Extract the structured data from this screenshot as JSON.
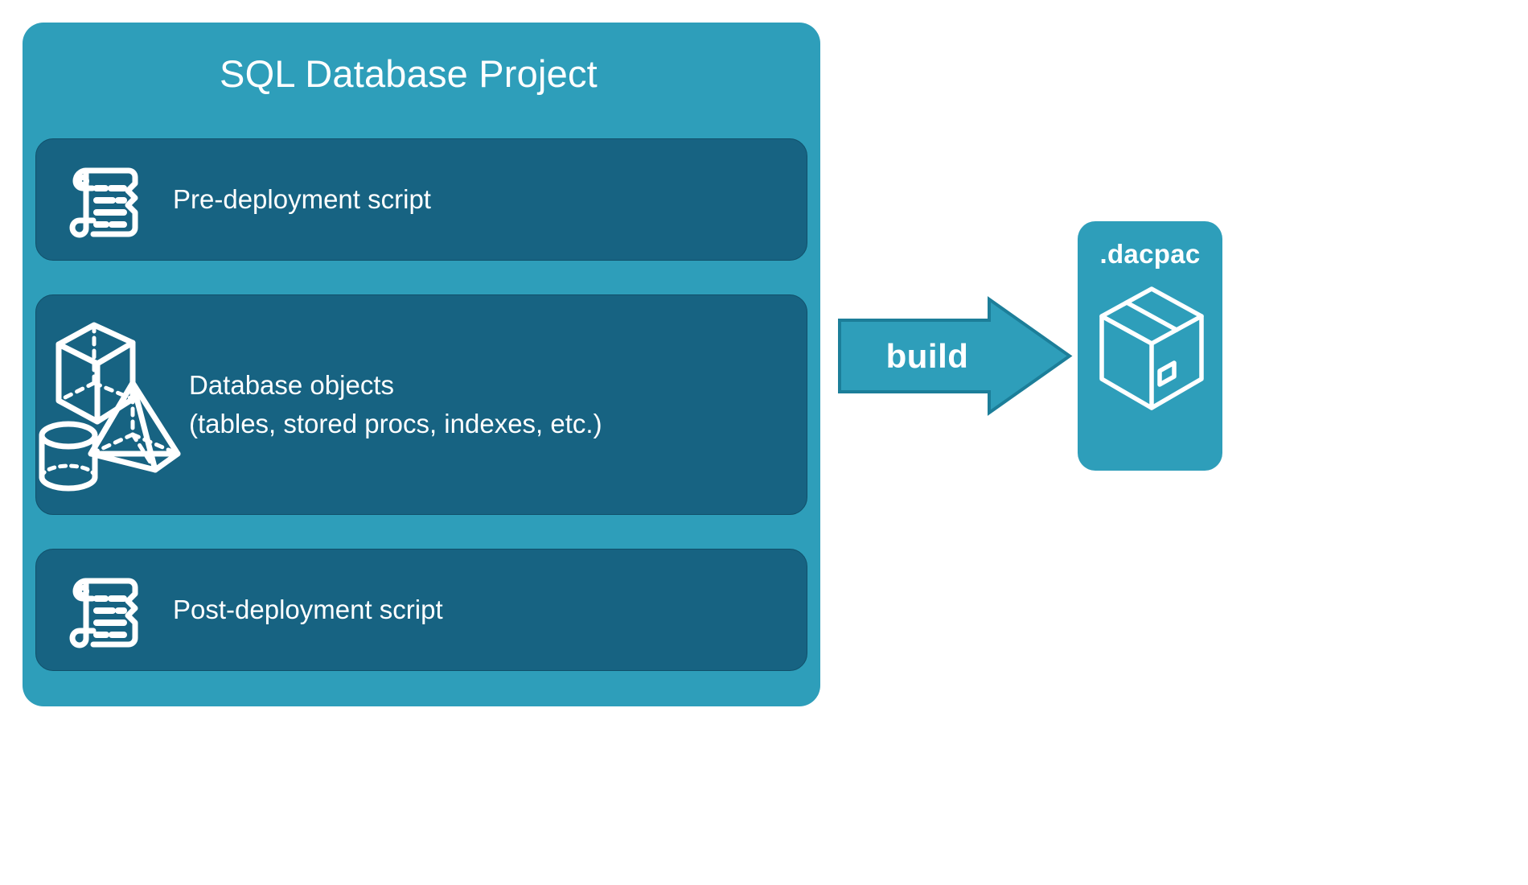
{
  "diagram": {
    "title": "SQL Database Project",
    "colors": {
      "panel_teal": "#2E9EBA",
      "card_dark_teal": "#176382",
      "arrow_teal": "#2E9EBA",
      "arrow_border": "#1C7E99",
      "text_white": "#FFFFFF",
      "background": "#FFFFFF"
    },
    "project": {
      "title": "SQL Database Project",
      "cards": [
        {
          "id": "pre-deployment",
          "label": "Pre-deployment script",
          "icon": "scroll-icon"
        },
        {
          "id": "database-objects",
          "label": "Database objects\n(tables, stored procs, indexes, etc.)",
          "line1": "Database objects",
          "line2": "(tables, stored procs, indexes, etc.)",
          "icon": "shapes-icon"
        },
        {
          "id": "post-deployment",
          "label": "Post-deployment script",
          "icon": "scroll-icon"
        }
      ]
    },
    "arrow": {
      "label": "build",
      "direction": "right",
      "icon": "arrow-right-icon"
    },
    "output": {
      "title": ".dacpac",
      "icon": "package-box-icon"
    }
  }
}
